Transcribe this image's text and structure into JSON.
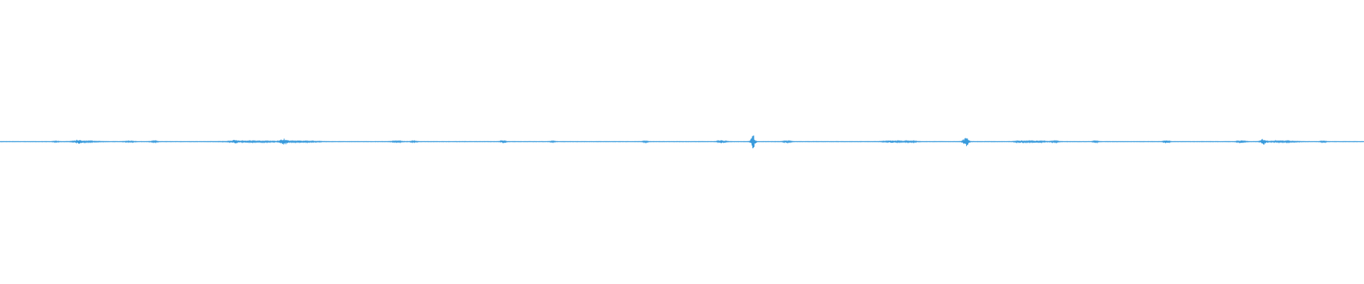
{
  "waveform": {
    "color": "#3a9bdc",
    "amplitude_scale": 1.0,
    "events": [
      {
        "position": 0.041,
        "amplitude": 0.004,
        "spread": 0.002
      },
      {
        "position": 0.057,
        "amplitude": 0.01,
        "spread": 0.003
      },
      {
        "position": 0.063,
        "amplitude": 0.004,
        "spread": 0.01
      },
      {
        "position": 0.095,
        "amplitude": 0.004,
        "spread": 0.004
      },
      {
        "position": 0.113,
        "amplitude": 0.004,
        "spread": 0.003
      },
      {
        "position": 0.172,
        "amplitude": 0.008,
        "spread": 0.003
      },
      {
        "position": 0.185,
        "amplitude": 0.006,
        "spread": 0.016
      },
      {
        "position": 0.208,
        "amplitude": 0.02,
        "spread": 0.003
      },
      {
        "position": 0.222,
        "amplitude": 0.006,
        "spread": 0.01
      },
      {
        "position": 0.291,
        "amplitude": 0.005,
        "spread": 0.004
      },
      {
        "position": 0.303,
        "amplitude": 0.004,
        "spread": 0.003
      },
      {
        "position": 0.369,
        "amplitude": 0.01,
        "spread": 0.002
      },
      {
        "position": 0.405,
        "amplitude": 0.004,
        "spread": 0.002
      },
      {
        "position": 0.473,
        "amplitude": 0.005,
        "spread": 0.002
      },
      {
        "position": 0.529,
        "amplitude": 0.01,
        "spread": 0.003
      },
      {
        "position": 0.552,
        "amplitude": 0.05,
        "spread": 0.0015
      },
      {
        "position": 0.577,
        "amplitude": 0.006,
        "spread": 0.003
      },
      {
        "position": 0.654,
        "amplitude": 0.007,
        "spread": 0.006
      },
      {
        "position": 0.667,
        "amplitude": 0.005,
        "spread": 0.005
      },
      {
        "position": 0.708,
        "amplitude": 0.032,
        "spread": 0.002
      },
      {
        "position": 0.748,
        "amplitude": 0.008,
        "spread": 0.004
      },
      {
        "position": 0.76,
        "amplitude": 0.007,
        "spread": 0.006
      },
      {
        "position": 0.773,
        "amplitude": 0.005,
        "spread": 0.003
      },
      {
        "position": 0.803,
        "amplitude": 0.006,
        "spread": 0.002
      },
      {
        "position": 0.855,
        "amplitude": 0.012,
        "spread": 0.002
      },
      {
        "position": 0.91,
        "amplitude": 0.008,
        "spread": 0.003
      },
      {
        "position": 0.926,
        "amplitude": 0.02,
        "spread": 0.002
      },
      {
        "position": 0.94,
        "amplitude": 0.005,
        "spread": 0.01
      },
      {
        "position": 0.97,
        "amplitude": 0.006,
        "spread": 0.002
      }
    ]
  }
}
